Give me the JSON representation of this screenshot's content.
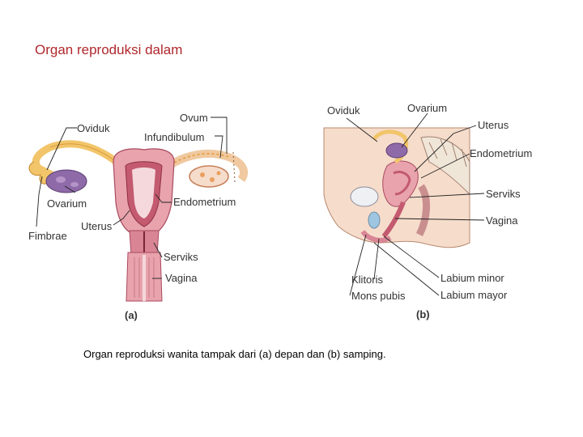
{
  "title": "Organ reproduksi dalam",
  "caption": "Organ reproduksi wanita tampak dari (a) depan dan (b) samping.",
  "figure_a": {
    "panel_label": "(a)",
    "labels": {
      "ovum": "Ovum",
      "oviduk": "Oviduk",
      "infundibulum": "Infundibulum",
      "ovarium": "Ovarium",
      "endometrium": "Endometrium",
      "fimbrae": "Fimbrae",
      "uterus": "Uterus",
      "serviks": "Serviks",
      "vagina": "Vagina"
    }
  },
  "figure_b": {
    "panel_label": "(b)",
    "labels": {
      "oviduk": "Oviduk",
      "ovarium": "Ovarium",
      "uterus": "Uterus",
      "endometrium": "Endometrium",
      "serviks": "Serviks",
      "vagina": "Vagina",
      "labium_minor": "Labium  minor",
      "klitoris": "Klitoris",
      "labium_mayor": "Labium  mayor",
      "mons_pubis": "Mons pubis"
    }
  },
  "colors": {
    "title": "#b0272c",
    "tissue_pink": "#e8a3ad",
    "tissue_dark": "#c35a6f",
    "ovary_purple": "#8e6aa8",
    "fimbrae_yellow": "#f2c56a",
    "skin": "#f6dccb"
  }
}
